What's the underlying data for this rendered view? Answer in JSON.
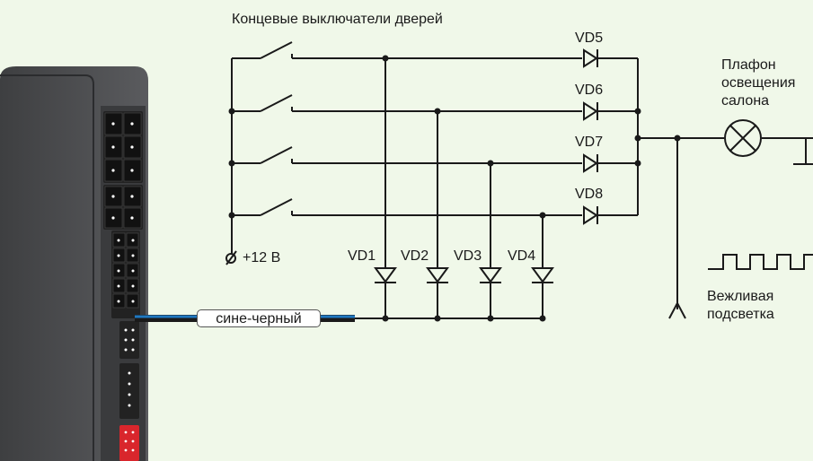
{
  "title": "Концевые выключатели дверей",
  "power_label": "+12 В",
  "diodes": {
    "vd1": "VD1",
    "vd2": "VD2",
    "vd3": "VD3",
    "vd4": "VD4",
    "vd5": "VD5",
    "vd6": "VD6",
    "vd7": "VD7",
    "vd8": "VD8"
  },
  "lamp_label": [
    "Плафон",
    "освещения",
    "салона"
  ],
  "courtesy_label": [
    "Вежливая",
    "подсветка"
  ],
  "wire_label": "сине-черный",
  "colors": {
    "background": "#f0f8e9",
    "wire": "#1a1a1a",
    "blue_wire": "#1f78c1",
    "device_body": "#4a4b4d",
    "red_connector": "#d9262c"
  }
}
